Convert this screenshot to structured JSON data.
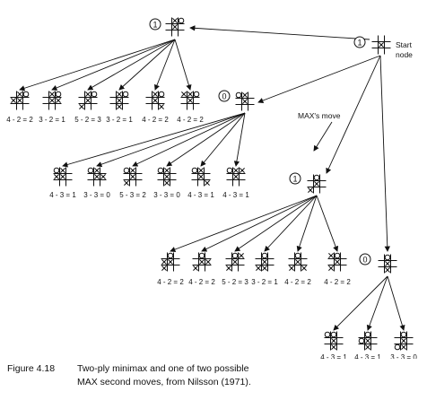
{
  "start": {
    "value": "1",
    "label_line1": "Start",
    "label_line2": "node",
    "board": [
      "",
      "",
      "",
      "",
      "X",
      "",
      "",
      "",
      ""
    ]
  },
  "annotation": "MAX's move",
  "ply1": [
    {
      "value": "1",
      "board": [
        "",
        "X",
        "O",
        "",
        "X",
        "",
        "",
        "",
        ""
      ],
      "children": [
        {
          "board": [
            "",
            "X",
            "O",
            "X",
            "X",
            "",
            "",
            "",
            ""
          ],
          "eval": "4 - 2 = 2"
        },
        {
          "board": [
            "",
            "X",
            "O",
            "",
            "X",
            "X",
            "",
            "",
            ""
          ],
          "eval": "3 - 2 = 1"
        },
        {
          "board": [
            "",
            "X",
            "O",
            "",
            "X",
            "",
            "X",
            "",
            ""
          ],
          "eval": "5 - 2 = 3"
        },
        {
          "board": [
            "",
            "X",
            "O",
            "",
            "X",
            "",
            "",
            "X",
            ""
          ],
          "eval": "3 - 2 = 1"
        },
        {
          "board": [
            "",
            "X",
            "O",
            "",
            "X",
            "",
            "",
            "",
            "X"
          ],
          "eval": "4 - 2 = 2"
        },
        {
          "board": [
            "X",
            "X",
            "O",
            "",
            "X",
            "",
            "",
            "",
            ""
          ],
          "eval": "4 - 2 = 2"
        }
      ]
    },
    {
      "value": "0",
      "board": [
        "O",
        "X",
        "",
        "",
        "X",
        "",
        "",
        "",
        ""
      ],
      "children": [
        {
          "board": [
            "O",
            "X",
            "",
            "X",
            "X",
            "",
            "",
            "",
            ""
          ],
          "eval": "4 - 3 = 1"
        },
        {
          "board": [
            "O",
            "X",
            "",
            "",
            "X",
            "X",
            "",
            "",
            ""
          ],
          "eval": "3 - 3 = 0"
        },
        {
          "board": [
            "O",
            "X",
            "",
            "",
            "X",
            "",
            "X",
            "",
            ""
          ],
          "eval": "5 - 3 = 2"
        },
        {
          "board": [
            "O",
            "X",
            "",
            "",
            "X",
            "",
            "",
            "X",
            ""
          ],
          "eval": "3 - 3 = 0"
        },
        {
          "board": [
            "O",
            "X",
            "",
            "",
            "X",
            "",
            "",
            "",
            "X"
          ],
          "eval": "4 - 3 = 1"
        },
        {
          "board": [
            "O",
            "X",
            "X",
            "",
            "X",
            "",
            "",
            "",
            ""
          ],
          "eval": "4 - 3 = 1"
        }
      ]
    },
    {
      "value": "1",
      "board": [
        "",
        "O",
        "",
        "",
        "X",
        "",
        "X",
        "",
        ""
      ],
      "children": [
        {
          "board": [
            "",
            "O",
            "",
            "X",
            "X",
            "",
            "X",
            "",
            ""
          ],
          "eval": "4 - 2 = 2"
        },
        {
          "board": [
            "",
            "O",
            "",
            "",
            "X",
            "X",
            "X",
            "",
            ""
          ],
          "eval": "4 - 2 = 2"
        },
        {
          "board": [
            "",
            "O",
            "X",
            "",
            "X",
            "",
            "X",
            "",
            ""
          ],
          "eval": "5 - 2 = 3"
        },
        {
          "board": [
            "",
            "O",
            "",
            "",
            "X",
            "",
            "X",
            "X",
            ""
          ],
          "eval": "3 - 2 = 1"
        },
        {
          "board": [
            "",
            "O",
            "",
            "",
            "X",
            "",
            "X",
            "",
            "X"
          ],
          "eval": "4 - 2 = 2"
        },
        {
          "board": [
            "X",
            "O",
            "",
            "",
            "X",
            "",
            "X",
            "",
            ""
          ],
          "eval": "4 - 2 = 2"
        }
      ]
    },
    {
      "value": "0",
      "board": [
        "",
        "O",
        "",
        "",
        "X",
        "",
        "",
        "X",
        ""
      ],
      "children": [
        {
          "board": [
            "O",
            "O",
            "",
            "",
            "X",
            "",
            "",
            "X",
            ""
          ],
          "eval": "4 - 3 = 1"
        },
        {
          "board": [
            "",
            "O",
            "",
            "O",
            "X",
            "",
            "",
            "X",
            ""
          ],
          "eval": "4 - 3 = 1"
        },
        {
          "board": [
            "",
            "O",
            "",
            "",
            "X",
            "",
            "O",
            "X",
            ""
          ],
          "eval": "3 - 3 = 0"
        }
      ]
    }
  ],
  "caption": {
    "figure_label": "Figure 4.18",
    "line1": "Two-ply minimax and one of two possible",
    "line2": "MAX second moves, from Nilsson (1971)."
  }
}
